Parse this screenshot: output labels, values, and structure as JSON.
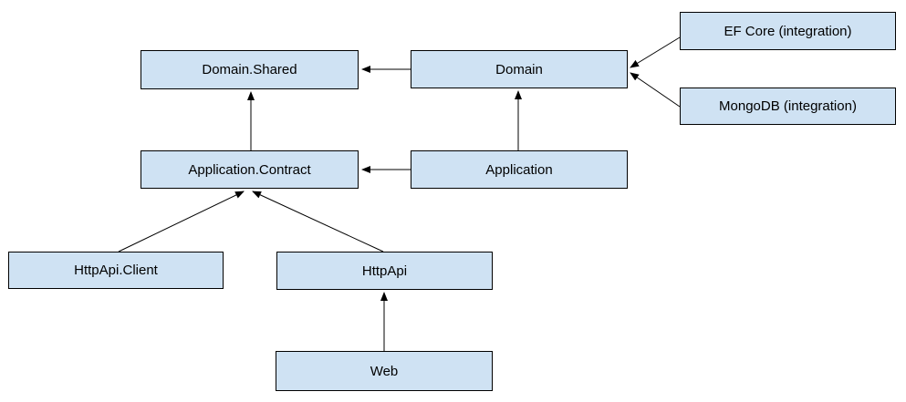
{
  "diagram": {
    "type": "module-dependency-diagram",
    "nodes": {
      "domain_shared": {
        "label": "Domain.Shared"
      },
      "domain": {
        "label": "Domain"
      },
      "ef_core": {
        "label": "EF Core (integration)"
      },
      "mongodb": {
        "label": "MongoDB (integration)"
      },
      "application_contract": {
        "label": "Application.Contract"
      },
      "application": {
        "label": "Application"
      },
      "httpapi_client": {
        "label": "HttpApi.Client"
      },
      "httpapi": {
        "label": "HttpApi"
      },
      "web": {
        "label": "Web"
      }
    },
    "edges": [
      {
        "from": "Domain",
        "to": "Domain.Shared"
      },
      {
        "from": "EF Core (integration)",
        "to": "Domain"
      },
      {
        "from": "MongoDB (integration)",
        "to": "Domain"
      },
      {
        "from": "Application",
        "to": "Application.Contract"
      },
      {
        "from": "Application.Contract",
        "to": "Domain.Shared"
      },
      {
        "from": "Application",
        "to": "Domain"
      },
      {
        "from": "HttpApi.Client",
        "to": "Application.Contract"
      },
      {
        "from": "HttpApi",
        "to": "Application.Contract"
      },
      {
        "from": "Web",
        "to": "HttpApi"
      }
    ],
    "colors": {
      "node_fill": "#cfe2f3",
      "node_border": "#000000",
      "edge": "#000000",
      "text": "#000000",
      "background": "#ffffff"
    }
  }
}
